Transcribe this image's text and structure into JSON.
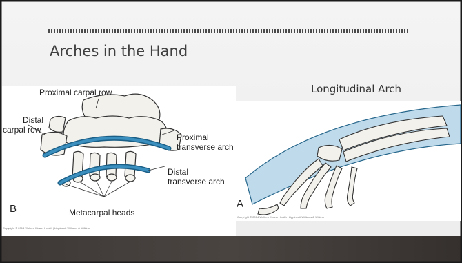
{
  "slide": {
    "title": "Arches in the Hand"
  },
  "left_figure": {
    "label_proximal_carpal_row": "Proximal carpal row",
    "label_distal": "Distal",
    "label_carpal_row": "carpal row",
    "label_proximal": "Proximal",
    "label_proximal_transverse_arch": "transverse arch",
    "label_distal_arch": "Distal",
    "label_distal_transverse_arch": "transverse arch",
    "label_metacarpal_heads": "Metacarpal heads",
    "panel_letter": "B",
    "copyright": "Copyright © 2014 Wolters Kluwer Health | Lippincott Williams & Wilkins"
  },
  "right_figure": {
    "subtitle": "Longitudinal Arch",
    "panel_letter": "A",
    "copyright": "Copyright © 2014 Wolters Kluwer Health | Lippincott Williams & Wilkins"
  },
  "colors": {
    "background_top": "#eeeeee",
    "dark_band": "#3a3533",
    "arch_blue": "#2a7fae",
    "arch_fill": "#bcd9ea",
    "border": "#1a1a1a"
  }
}
